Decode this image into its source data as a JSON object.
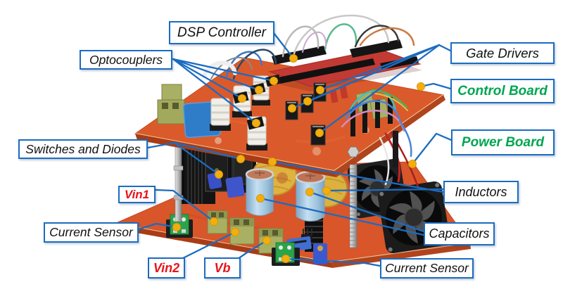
{
  "callouts": {
    "dsp_controller": {
      "text": "DSP Controller",
      "category": "component"
    },
    "optocouplers": {
      "text": "Optocouplers",
      "category": "component"
    },
    "gate_drivers": {
      "text": "Gate Drivers",
      "category": "component"
    },
    "control_board": {
      "text": "Control Board",
      "category": "board"
    },
    "power_board": {
      "text": "Power Board",
      "category": "board"
    },
    "switches_and_diodes": {
      "text": "Switches and Diodes",
      "category": "component"
    },
    "vin1": {
      "text": "Vin1",
      "category": "net"
    },
    "current_sensor_left": {
      "text": "Current Sensor",
      "category": "component"
    },
    "vin2": {
      "text": "Vin2",
      "category": "net"
    },
    "vb": {
      "text": "Vb",
      "category": "net"
    },
    "current_sensor_right": {
      "text": "Current Sensor",
      "category": "component"
    },
    "inductors": {
      "text": "Inductors",
      "category": "component"
    },
    "capacitors": {
      "text": "Capacitors",
      "category": "component"
    }
  },
  "style_colors": {
    "callout_border_blue": "#1b6cc1",
    "callout_line_blue": "#1b6cc1",
    "marker_dot_yellow": "#f3ae0e",
    "board_label_green": "#00a551",
    "net_label_red": "#e8131b",
    "component_label_black": "#111111",
    "pcb_orange": "#d8562a",
    "dsp_board_red": "#c23a33",
    "capacitor_blue": "#a9c9e2",
    "inductor_yellow": "#e0b23f",
    "terminal_block_olive": "#a9b063",
    "current_sensor_green": "#2aa44c",
    "heatsink_black": "#141414"
  },
  "marker": {
    "shape": "dot",
    "count": 22
  }
}
